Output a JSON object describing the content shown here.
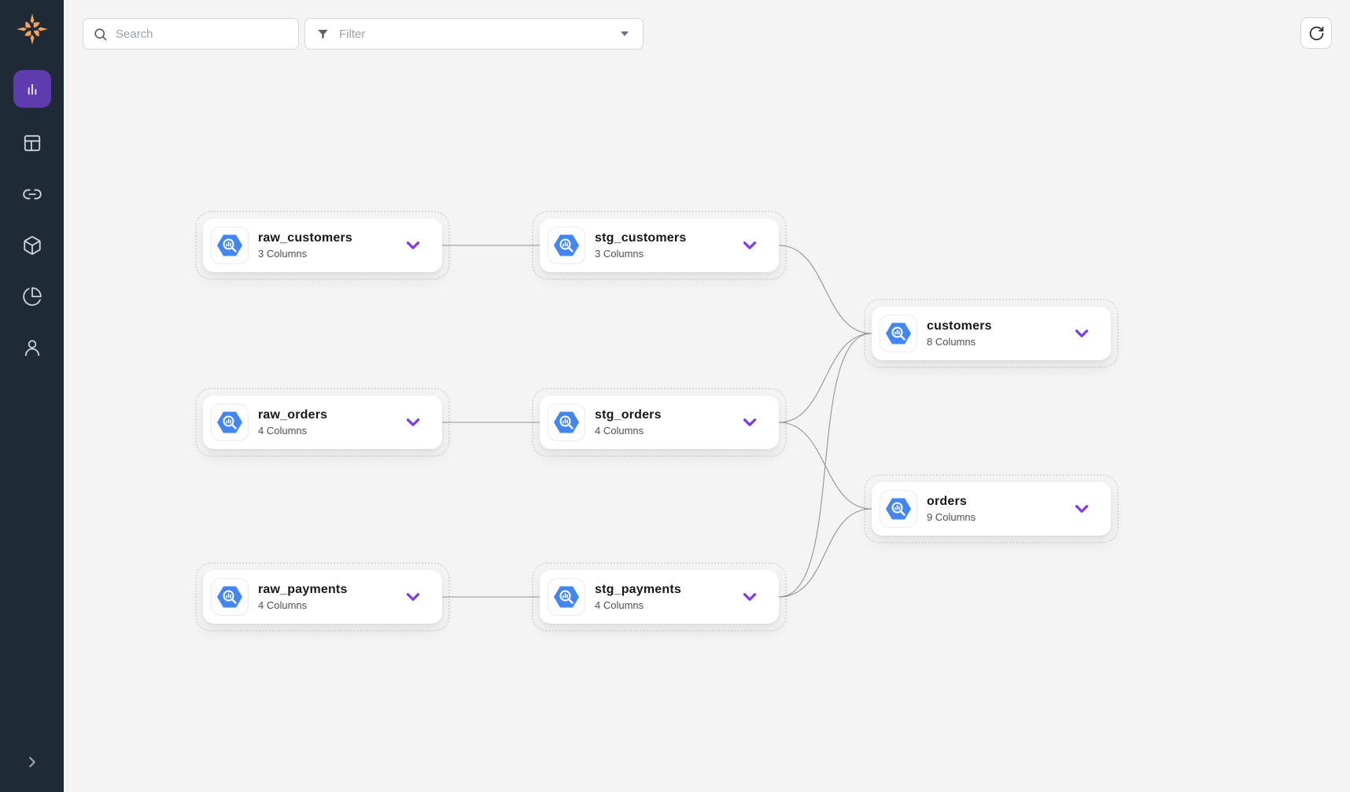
{
  "app": {
    "name": "data-lineage-explorer",
    "colors": {
      "sidebar_bg": "#1F2A37",
      "active_nav_bg": "#5E3CAD",
      "accent_purple": "#7C3AED",
      "logo_orange": "#F2A25C",
      "node_icon_blue": "#4285F4",
      "edge_gray": "#949494",
      "canvas_bg": "#F4F4F5"
    }
  },
  "sidebar": {
    "logo_icon": "sparkle-logo",
    "items": [
      {
        "icon": "bar-chart-icon",
        "active": true
      },
      {
        "icon": "layout-panels-icon",
        "active": false
      },
      {
        "icon": "link-icon",
        "active": false
      },
      {
        "icon": "box-icon",
        "active": false
      },
      {
        "icon": "pie-chart-icon",
        "active": false
      },
      {
        "icon": "user-icon",
        "active": false
      }
    ],
    "collapse_icon": "chevron-right-icon"
  },
  "topbar": {
    "search": {
      "placeholder": "Search",
      "icon": "search-icon"
    },
    "filter": {
      "label": "Filter",
      "icon": "funnel-icon",
      "caret": "caret-down-icon"
    },
    "refresh": {
      "icon": "refresh-icon"
    }
  },
  "graph": {
    "nodes": [
      {
        "id": "raw_customers",
        "title": "raw_customers",
        "subtitle": "3 Columns",
        "icon": "bigquery-icon"
      },
      {
        "id": "stg_customers",
        "title": "stg_customers",
        "subtitle": "3 Columns",
        "icon": "bigquery-icon"
      },
      {
        "id": "raw_orders",
        "title": "raw_orders",
        "subtitle": "4 Columns",
        "icon": "bigquery-icon"
      },
      {
        "id": "stg_orders",
        "title": "stg_orders",
        "subtitle": "4 Columns",
        "icon": "bigquery-icon"
      },
      {
        "id": "raw_payments",
        "title": "raw_payments",
        "subtitle": "4 Columns",
        "icon": "bigquery-icon"
      },
      {
        "id": "stg_payments",
        "title": "stg_payments",
        "subtitle": "4 Columns",
        "icon": "bigquery-icon"
      },
      {
        "id": "customers",
        "title": "customers",
        "subtitle": "8 Columns",
        "icon": "bigquery-icon"
      },
      {
        "id": "orders",
        "title": "orders",
        "subtitle": "9 Columns",
        "icon": "bigquery-icon"
      }
    ],
    "edges": [
      {
        "from": "raw_customers",
        "to": "stg_customers"
      },
      {
        "from": "raw_orders",
        "to": "stg_orders"
      },
      {
        "from": "raw_payments",
        "to": "stg_payments"
      },
      {
        "from": "stg_customers",
        "to": "customers"
      },
      {
        "from": "stg_orders",
        "to": "customers"
      },
      {
        "from": "stg_orders",
        "to": "orders"
      },
      {
        "from": "stg_payments",
        "to": "customers"
      },
      {
        "from": "stg_payments",
        "to": "orders"
      }
    ]
  }
}
